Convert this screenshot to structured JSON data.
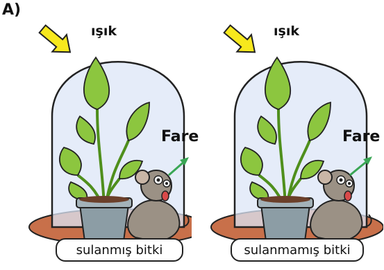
{
  "option_letter": "A)",
  "panels": [
    {
      "light_label": "ışık",
      "mouse_label": "Fare",
      "caption": "sulanmış bitki",
      "plant_state": "watered"
    },
    {
      "light_label": "ışık",
      "mouse_label": "Fare",
      "caption": "sulanmamış bitki",
      "plant_state": "not-watered"
    }
  ],
  "colors": {
    "bell_jar": "#dce6f7",
    "leaf": "#8cc63f",
    "leaf_dark": "#5a9a22",
    "pot": "#8c9da5",
    "base": "#c8704a",
    "arrow": "#f7e81d",
    "label_arrow": "#3aa655",
    "mouse": "#9b9185"
  }
}
